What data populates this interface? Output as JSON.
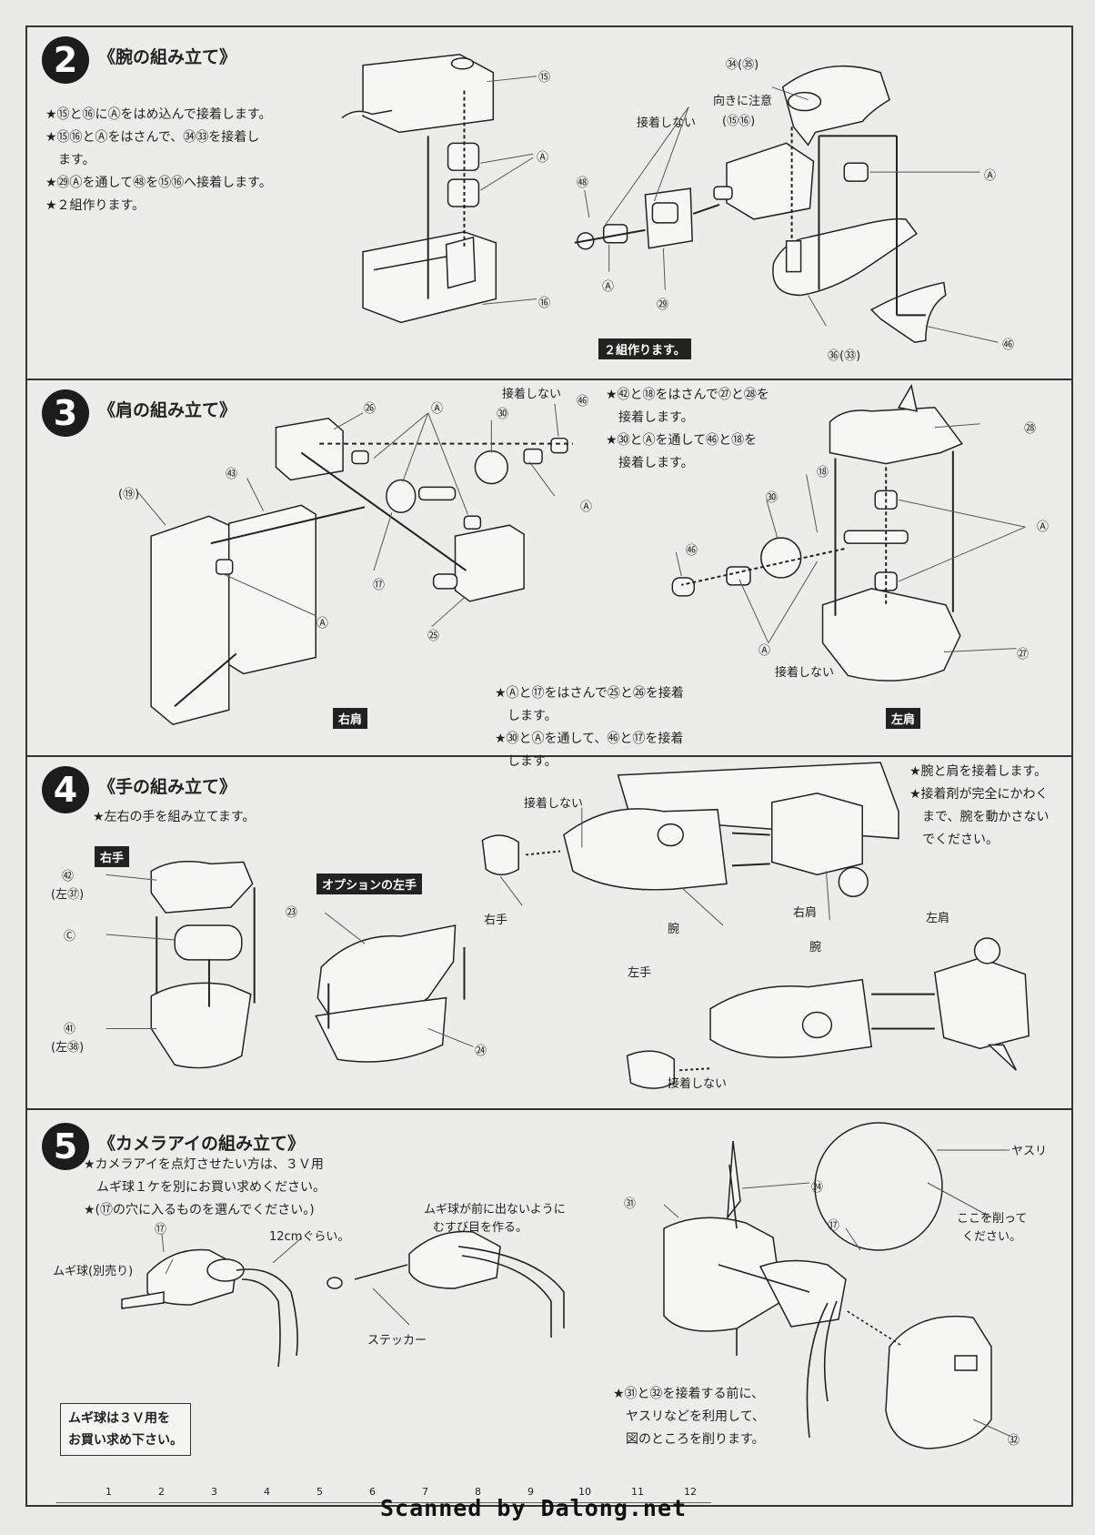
{
  "step2": {
    "num": "2",
    "title": "《腕の組み立て》",
    "notes": [
      "★⑮と⑯にⒶをはめ込んで接着します。",
      "★⑮⑯とⒶをはさんで、㉞㉝を接着し",
      "　ます。",
      "★㉙Ⓐを通して㊽を⑮⑯へ接着します。",
      "★２組作ります。"
    ],
    "labels": {
      "p15": "⑮",
      "pA1": "Ⓐ",
      "p16": "⑯",
      "p48": "㊽",
      "nonglue": "接着しない",
      "pA2": "Ⓐ",
      "p29": "㉙",
      "p34": "㉞(㉟)",
      "caution": "向きに注意",
      "p1516": "(⑮⑯)",
      "pA3": "Ⓐ",
      "p36": "㊱(㉝)",
      "p65": "㊻"
    },
    "box": "２組作ります。"
  },
  "step3": {
    "num": "3",
    "title": "《肩の組み立て》",
    "notesA": [
      "★㊷と⑱をはさんで㉗と㉘を",
      "　接着します。",
      "★㉚とⒶを通して㊻と⑱を",
      "　接着します。"
    ],
    "notesB": [
      "★Ⓐと⑰をはさんで㉕と㉖を接着",
      "　します。",
      "★㉚とⒶを通して、㊻と⑰を接着",
      "　します。"
    ],
    "labels": {
      "p26": "㉖",
      "pA1": "Ⓐ",
      "p30a": "㉚",
      "nonglue1": "接着しない",
      "p46a": "㊻",
      "pA2": "Ⓐ",
      "p78": "㊸",
      "p19": "(⑲)",
      "p17": "⑰",
      "pA3": "Ⓐ",
      "p25": "㉕",
      "p28": "㉘",
      "p18": "⑱",
      "p30b": "㉚",
      "pA4": "Ⓐ",
      "p46b": "㊻",
      "pA5": "Ⓐ",
      "nonglue2": "接着しない",
      "p27": "㉗"
    },
    "box_right": "右肩",
    "box_left": "左肩"
  },
  "step4": {
    "num": "4",
    "title": "《手の組み立て》",
    "note": "★左右の手を組み立てます。",
    "box_right_hand": "右手",
    "box_option": "オプションの左手",
    "notes_right": [
      "★腕と肩を接着します。",
      "★接着剤が完全にかわく",
      "　まで、腕を動かさない",
      "　でください。"
    ],
    "labels": {
      "p42": "㊷",
      "p42b": "(左㊲)",
      "pC": "Ⓒ",
      "p41": "㊶",
      "p41b": "(左㊳)",
      "p23": "㉓",
      "p24": "㉔",
      "nonglue1": "接着しない",
      "rhand": "右手",
      "arm1": "腕",
      "rshoulder": "右肩",
      "lshoulder": "左肩",
      "arm2": "腕",
      "lhand": "左手",
      "nonglue2": "接着しない"
    }
  },
  "step5": {
    "num": "5",
    "title": "《カメラアイの組み立て》",
    "notes": [
      "★カメラアイを点灯させたい方は、３Ｖ用",
      "　ムギ球１ケを別にお買い求めください。",
      "★(⑰の穴に入るものを選んでください。)"
    ],
    "labels": {
      "p77a": "⑰",
      "bulb": "ムギ球(別売り)",
      "len": "12cmぐらい。",
      "knot": "ムギ球が前に出ないように",
      "knot2": "むすび目を作る。",
      "sticker": "ステッカー",
      "p84": "㉔",
      "p31": "㉛",
      "p77b": "⑰",
      "file": "ヤスリ",
      "shave": "ここを削って",
      "shave2": "ください。",
      "p32": "㉜"
    },
    "notes_bottom": [
      "★㉛と㉜を接着する前に、",
      "　ヤスリなどを利用して、",
      "　図のところを削ります。"
    ],
    "callout": [
      "ムギ球は３Ｖ用を",
      "お買い求め下さい。"
    ]
  },
  "ruler": [
    "1",
    "2",
    "3",
    "4",
    "5",
    "6",
    "7",
    "8",
    "9",
    "10",
    "11",
    "12"
  ],
  "credit": "Scanned by Dalong.net"
}
